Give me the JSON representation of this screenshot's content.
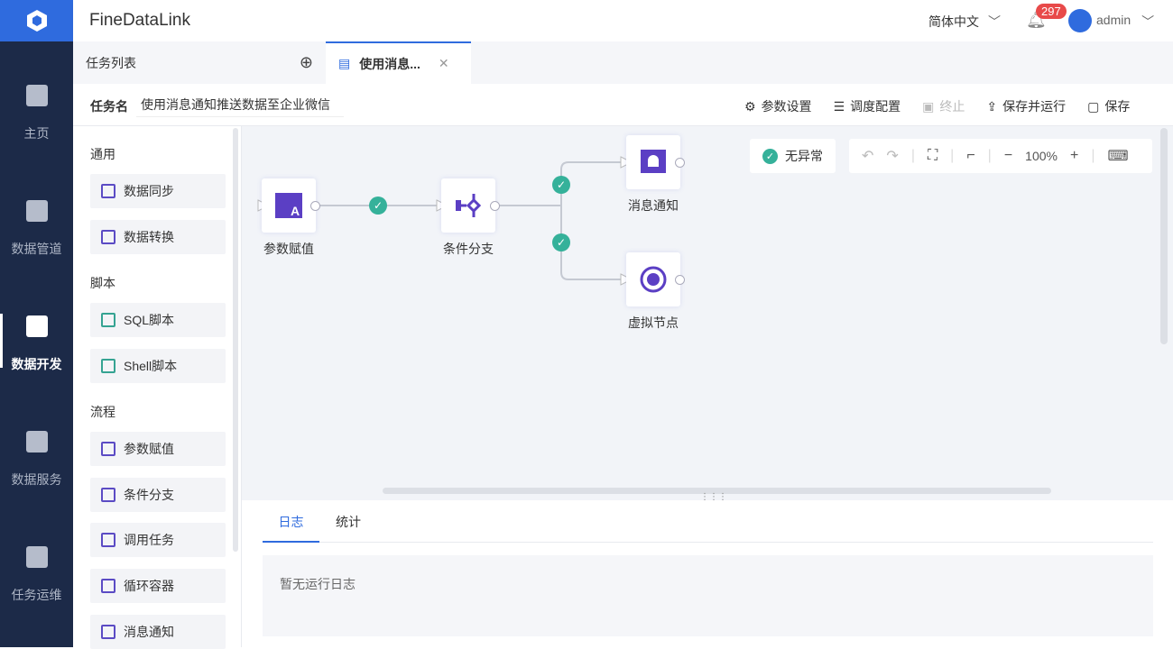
{
  "app": {
    "title": "FineDataLink"
  },
  "header": {
    "language": "简体中文",
    "notifications": "297",
    "user": "admin"
  },
  "sidebar": {
    "items": [
      {
        "label": "主页"
      },
      {
        "label": "数据管道"
      },
      {
        "label": "数据开发"
      },
      {
        "label": "数据服务"
      },
      {
        "label": "任务运维"
      }
    ]
  },
  "tabs": {
    "list_label": "任务列表",
    "active_label": "使用消息..."
  },
  "task": {
    "name_label": "任务名",
    "name_value": "使用消息通知推送数据至企业微信"
  },
  "toolbar": {
    "params": "参数设置",
    "schedule": "调度配置",
    "stop": "终止",
    "save_run": "保存并运行",
    "save": "保存"
  },
  "palette": {
    "groups": [
      {
        "title": "通用",
        "items": [
          "数据同步",
          "数据转换"
        ]
      },
      {
        "title": "脚本",
        "items": [
          "SQL脚本",
          "Shell脚本"
        ]
      },
      {
        "title": "流程",
        "items": [
          "参数赋值",
          "条件分支",
          "调用任务",
          "循环容器",
          "消息通知"
        ]
      }
    ]
  },
  "canvas": {
    "status": "无异常",
    "zoom": "100%",
    "nodes": [
      "参数赋值",
      "条件分支",
      "消息通知",
      "虚拟节点"
    ]
  },
  "log": {
    "tabs": [
      "日志",
      "统计"
    ],
    "empty": "暂无运行日志"
  },
  "colors": {
    "accent": "#2f6bde",
    "sidebar": "#1c2a48",
    "node": "#5b3fc4",
    "success": "#35b19a"
  }
}
